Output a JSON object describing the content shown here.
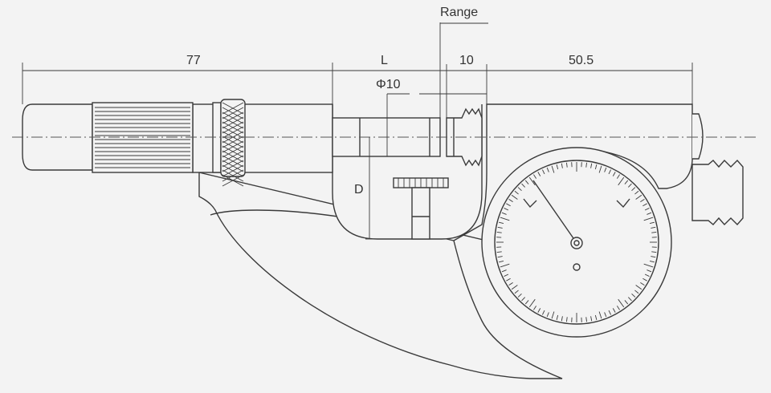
{
  "labels": {
    "overall_left": "77",
    "length": "L",
    "anvil": "10",
    "overall_right": "50.5",
    "range": "Range",
    "diameter": "Φ10",
    "depth": "D"
  },
  "dial": {
    "tick_count": 100
  }
}
